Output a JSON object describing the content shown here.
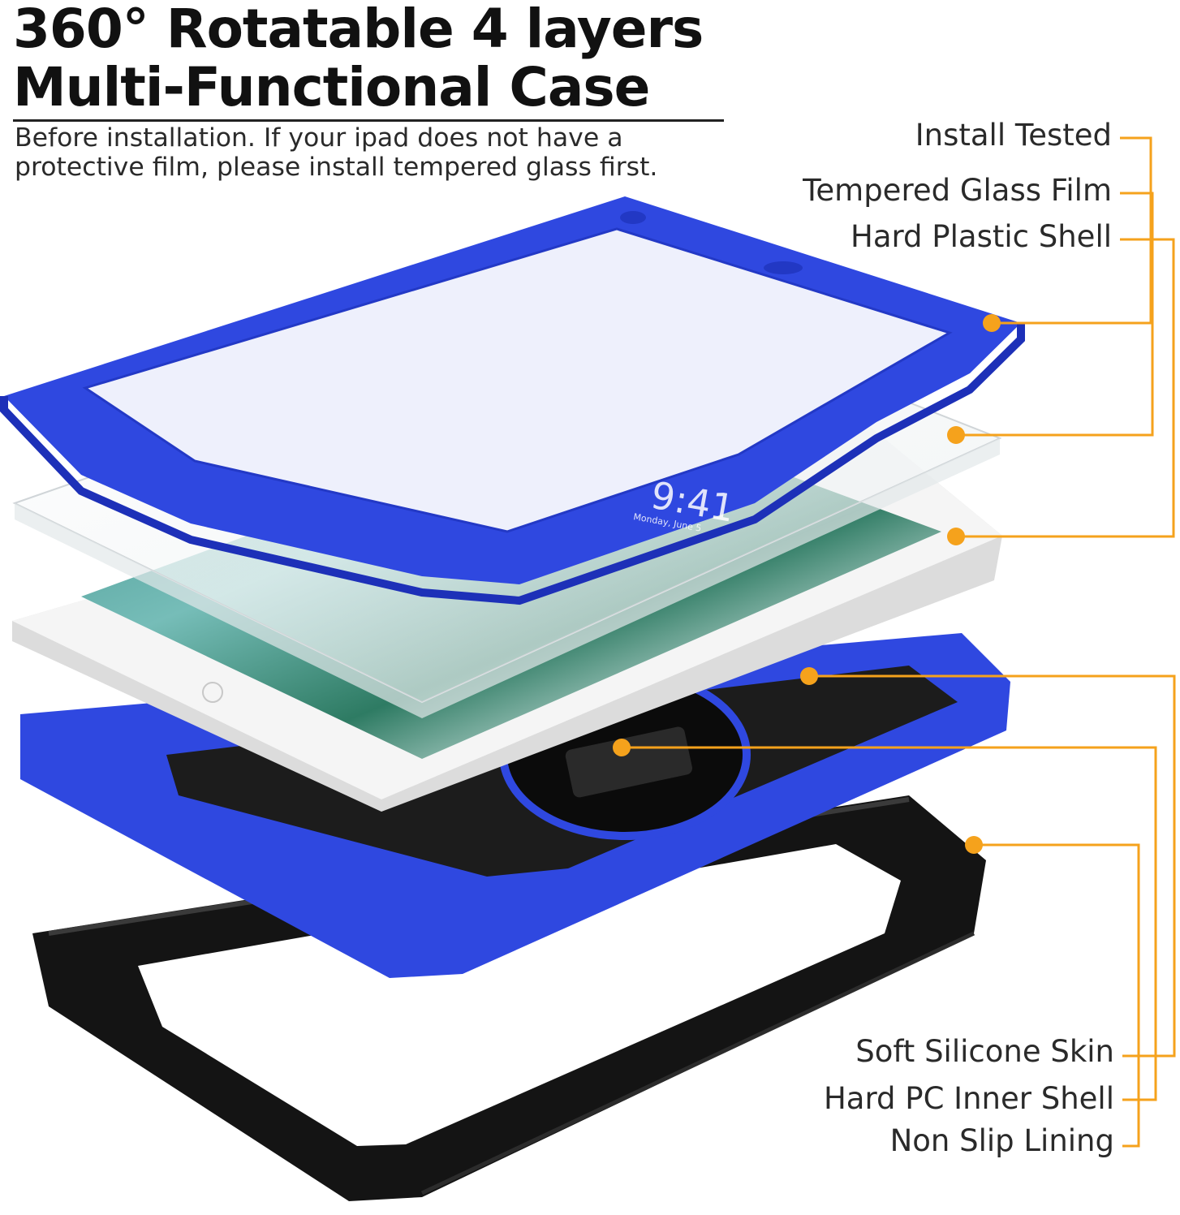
{
  "headline": {
    "line1": "360° Rotatable 4 layers",
    "line2": "Multi-Functional Case"
  },
  "note": {
    "line1": "Before installation. If your ipad does not have a",
    "line2": "protective film, please install tempered glass first."
  },
  "callouts": [
    {
      "label": "Install Tested"
    },
    {
      "label": "Tempered Glass Film"
    },
    {
      "label": "Hard Plastic Shell"
    },
    {
      "label": "Soft Silicone Skin"
    },
    {
      "label": "Hard PC Inner Shell"
    },
    {
      "label": "Non Slip Lining"
    }
  ],
  "ipad_screen": {
    "time": "9:41",
    "date": "Monday, June 5"
  },
  "colors": {
    "frame_blue": "#2f48e0",
    "callout_orange": "#f5a21c",
    "skin_black": "#141414"
  }
}
